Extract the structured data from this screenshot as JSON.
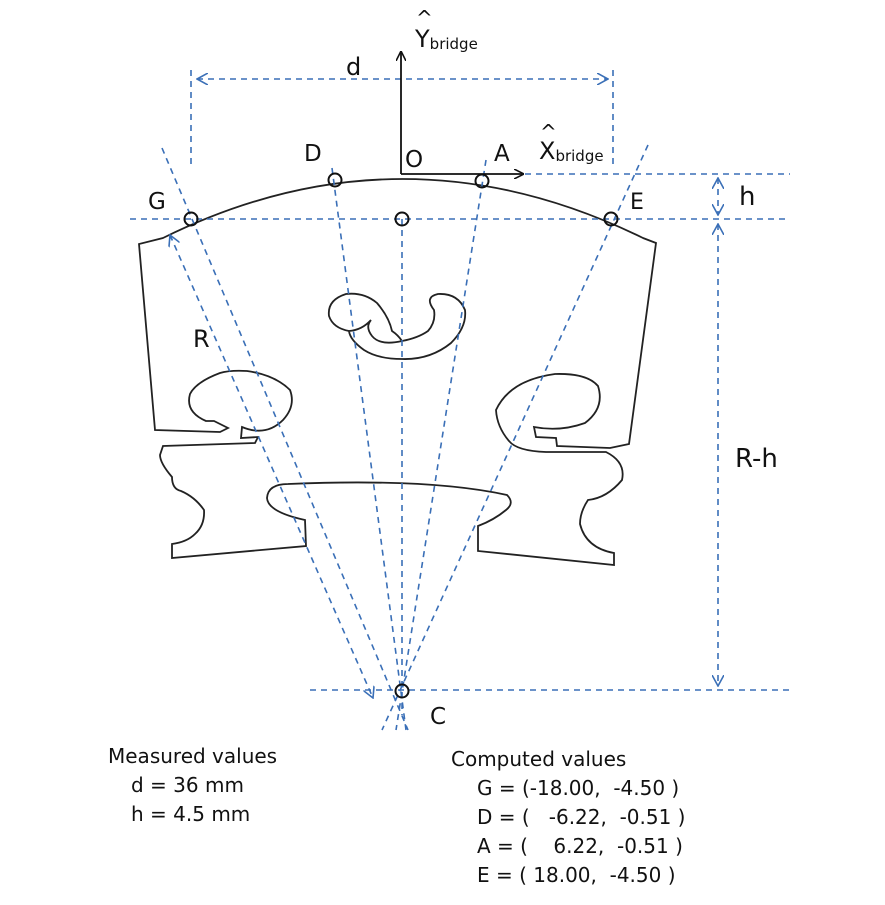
{
  "labels": {
    "d": "d",
    "y_axis_main": "Y",
    "y_axis_sub": "bridge",
    "x_axis_main": "X",
    "x_axis_sub": "bridge",
    "origin": "O",
    "point_D": "D",
    "point_A": "A",
    "point_G": "G",
    "point_E": "E",
    "h": "h",
    "R": "R",
    "R_minus_h": "R-h",
    "center": "C"
  },
  "measured": {
    "title": "Measured values",
    "lines": [
      "d = 36 mm",
      "h = 4.5 mm"
    ]
  },
  "computed": {
    "title": "Computed values",
    "lines": [
      "G = (-18.00,  -4.50 )",
      "D = (   -6.22,  -0.51 )",
      "A = (    6.22,  -0.51 )",
      "E = ( 18.00,  -4.50 )"
    ]
  },
  "colors": {
    "guide": "#3a6fb7",
    "ink": "#222222"
  }
}
